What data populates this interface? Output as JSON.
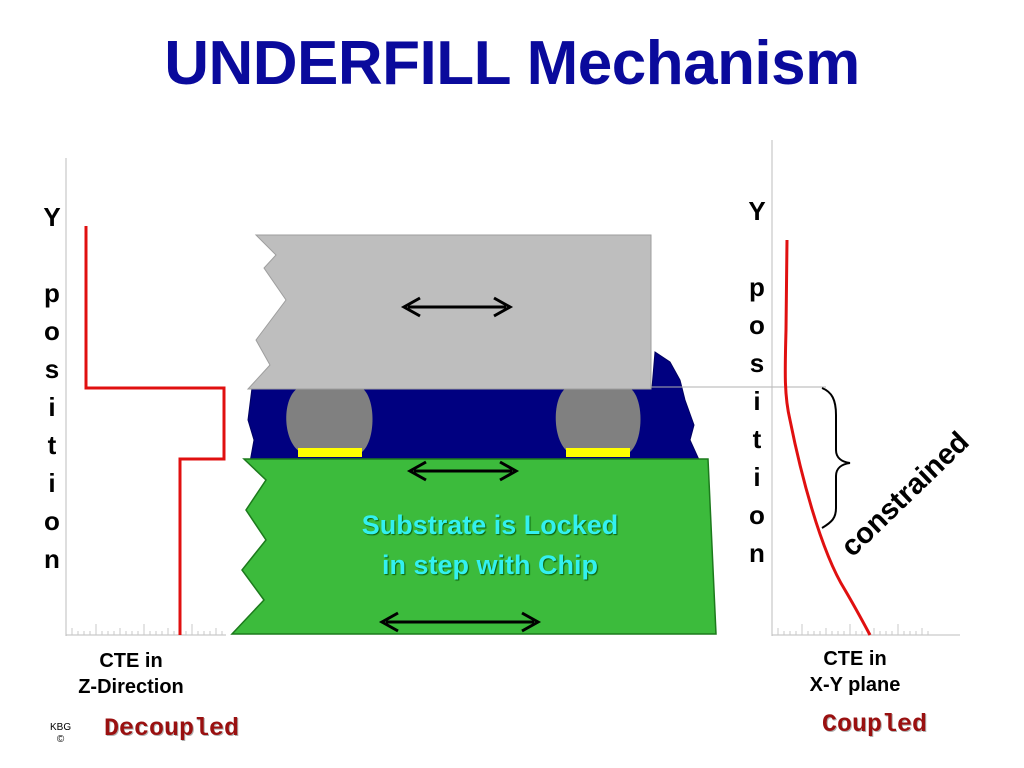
{
  "title": "UNDERFILL Mechanism",
  "left_axis_label": [
    "Y",
    "",
    "p",
    "o",
    "s",
    "i",
    "t",
    "i",
    "o",
    "n"
  ],
  "right_axis_label": [
    "Y",
    "",
    "p",
    "o",
    "s",
    "i",
    "t",
    "i",
    "o",
    "n"
  ],
  "left_caption": [
    "CTE in",
    "Z-Direction"
  ],
  "right_caption": [
    "CTE in",
    "X-Y plane"
  ],
  "left_mode": "Decoupled",
  "right_mode": "Coupled",
  "substrate_text": [
    "Substrate is Locked",
    "in step with Chip"
  ],
  "constrained_label": "constrained",
  "credit": [
    "KBG",
    "©"
  ],
  "colors": {
    "title": "#0a0a9c",
    "chip": "#bebebe",
    "underfill": "#000080",
    "substrate": "#3cbb3c",
    "solder_bump": "#808080",
    "pad": "#ffff00",
    "cte_curve": "#e01010",
    "mode_label": "#9a1010"
  }
}
